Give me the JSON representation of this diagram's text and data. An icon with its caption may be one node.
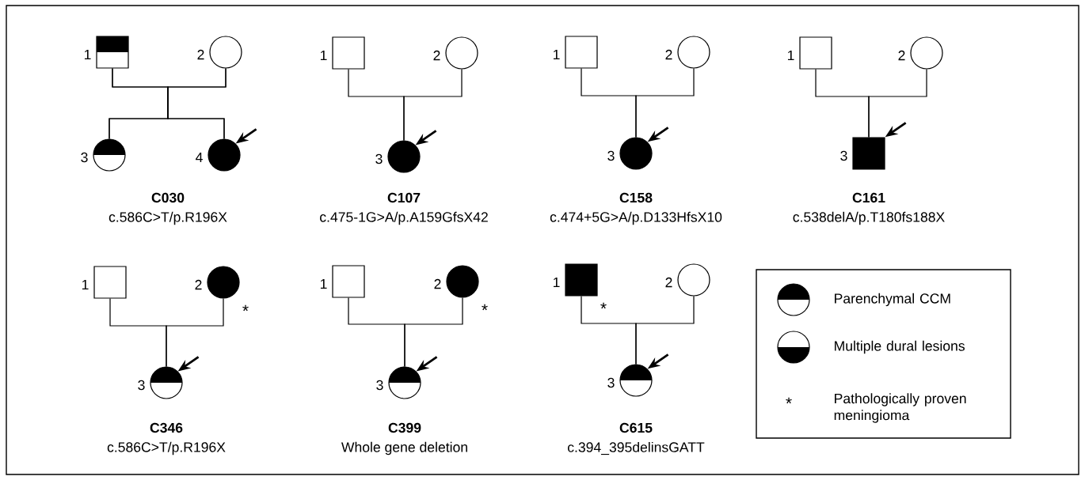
{
  "diagram": {
    "nodes": [
      {
        "text": [],
        "shape": "half-filled-square",
        "beside": [
          "1"
        ]
      },
      {
        "text": [],
        "shape": "circle",
        "beside": [
          "2"
        ]
      },
      {
        "text": [],
        "shape": "half-filled-circle",
        "beside": [
          "3"
        ]
      },
      {
        "text": [],
        "shape": "filled-circle",
        "beside": [
          "4"
        ]
      },
      {
        "text": [],
        "shape": "square",
        "beside": [
          "1"
        ]
      },
      {
        "text": [],
        "shape": "circle",
        "beside": [
          "2"
        ]
      },
      {
        "text": [],
        "shape": "filled-circle",
        "beside": [
          "3"
        ]
      },
      {
        "text": [],
        "shape": "square",
        "beside": [
          "1"
        ]
      },
      {
        "text": [],
        "shape": "circle",
        "beside": [
          "2"
        ]
      },
      {
        "text": [],
        "shape": "filled-circle",
        "beside": [
          "3"
        ]
      },
      {
        "text": [],
        "shape": "square",
        "beside": [
          "1"
        ]
      },
      {
        "text": [],
        "shape": "circle",
        "beside": [
          "2"
        ]
      },
      {
        "text": [],
        "shape": "filled-square",
        "beside": [
          "3"
        ]
      },
      {
        "text": [],
        "shape": "square",
        "beside": [
          "1"
        ]
      },
      {
        "text": [],
        "shape": "filled-circle",
        "beside": [
          "2",
          "*"
        ]
      },
      {
        "text": [],
        "shape": "half-filled-circle",
        "beside": [
          "3"
        ]
      },
      {
        "text": [],
        "shape": "square",
        "beside": [
          "1"
        ]
      },
      {
        "text": [],
        "shape": "filled-circle",
        "beside": [
          "2",
          "*"
        ]
      },
      {
        "text": [],
        "shape": "half-filled-circle",
        "beside": [
          "3"
        ]
      },
      {
        "text": [],
        "shape": "filled-square",
        "beside": [
          "1",
          "*"
        ]
      },
      {
        "text": [],
        "shape": "circle",
        "beside": [
          "2"
        ]
      },
      {
        "text": [],
        "shape": "half-filled-circle",
        "beside": [
          "3"
        ]
      }
    ],
    "edges": [
      {
        "from": 0,
        "to": 2,
        "arrow": "none"
      },
      {
        "from": 1,
        "to": 2,
        "arrow": "none"
      },
      {
        "from": 0,
        "to": 3,
        "arrow": "none"
      },
      {
        "from": 1,
        "to": 3,
        "arrow": "none"
      },
      {
        "from": null,
        "to": 3,
        "arrow": "to"
      },
      {
        "from": 4,
        "to": 6,
        "arrow": "none"
      },
      {
        "from": 5,
        "to": 6,
        "arrow": "none"
      },
      {
        "from": null,
        "to": 6,
        "arrow": "to"
      },
      {
        "from": 7,
        "to": 9,
        "arrow": "none"
      },
      {
        "from": 8,
        "to": 9,
        "arrow": "none"
      },
      {
        "from": null,
        "to": 9,
        "arrow": "to"
      },
      {
        "from": 10,
        "to": 12,
        "arrow": "none"
      },
      {
        "from": 11,
        "to": 12,
        "arrow": "none"
      },
      {
        "from": null,
        "to": 12,
        "arrow": "to"
      },
      {
        "from": 13,
        "to": 15,
        "arrow": "none"
      },
      {
        "from": 14,
        "to": 15,
        "arrow": "none"
      },
      {
        "from": null,
        "to": 15,
        "arrow": "to"
      },
      {
        "from": 16,
        "to": 18,
        "arrow": "none"
      },
      {
        "from": 17,
        "to": 18,
        "arrow": "none"
      },
      {
        "from": null,
        "to": 18,
        "arrow": "to"
      },
      {
        "from": 19,
        "to": 21,
        "arrow": "none"
      },
      {
        "from": 20,
        "to": 21,
        "arrow": "none"
      },
      {
        "from": null,
        "to": 21,
        "arrow": "to"
      }
    ],
    "labels": [
      "C030",
      "c.586C>T/p.R196X",
      "C107",
      "c.475-1G>A/p.A159GfsX42",
      "C158",
      "c.474+5G>A/p.D133HfsX10",
      "C161",
      "c.538delA/p.T180fs188X",
      "C346",
      "c.586C>T/p.R196X",
      "C399",
      "Whole gene deletion",
      "C615",
      "c.394_395delinsGATT",
      "*"
    ],
    "legend": [
      {
        "text": "Parenchymal CCM"
      },
      {
        "text": "Multiple dural lesions"
      },
      {
        "text": "Pathologically proven meningioma"
      }
    ]
  }
}
